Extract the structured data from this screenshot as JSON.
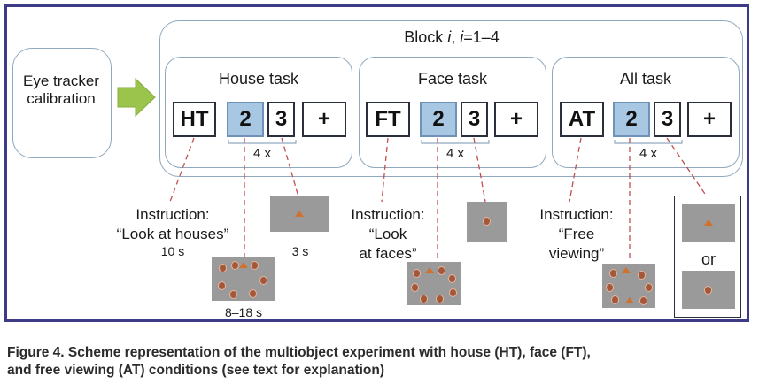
{
  "calibration_label": [
    "Eye tracker",
    "calibration"
  ],
  "block_title": "Block i, i=1–4",
  "block_title_parts": {
    "pre": "Block ",
    "var": "i",
    "mid": ", ",
    "var2": "i",
    "post": "=1–4"
  },
  "tasks": [
    {
      "title": "House task",
      "codes": [
        "HT",
        "2",
        "3",
        "+"
      ],
      "repeat": "4 x"
    },
    {
      "title": "Face task",
      "codes": [
        "FT",
        "2",
        "3",
        "+"
      ],
      "repeat": "4 x"
    },
    {
      "title": "All task",
      "codes": [
        "AT",
        "2",
        "3",
        "+"
      ],
      "repeat": "4 x"
    }
  ],
  "annotations": {
    "house_instruction": [
      "Instruction:",
      "“Look at houses”",
      "10 s"
    ],
    "house_cue_time": "3 s",
    "house_search_time": "8–18 s",
    "face_instruction": [
      "Instruction:",
      "“Look",
      "at faces”"
    ],
    "all_instruction": [
      "Instruction:",
      "“Free",
      "viewing”"
    ],
    "or": "or"
  },
  "caption": [
    "Figure 4. Scheme representation of the multiobject experiment with house (HT), face (FT),",
    "and free viewing (AT) conditions (see text for explanation)"
  ],
  "colors": {
    "frame": "#3d3a86",
    "arrow": "#9bc44c",
    "box_border": "#8fa9bf",
    "cue_fill": "#a7c7e3",
    "dash": "#c0504d"
  }
}
